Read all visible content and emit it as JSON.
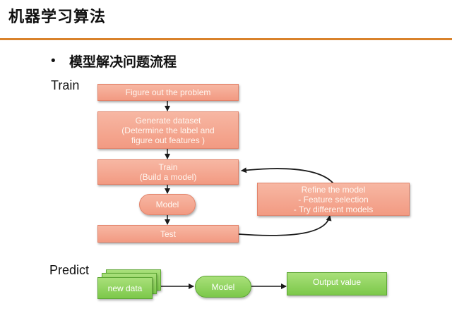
{
  "header": {
    "title": "机器学习算法",
    "bullet": "•",
    "subtitle": "模型解决问题流程"
  },
  "train": {
    "label": "Train",
    "step1": "Figure out the problem",
    "step2_lines": [
      "Generate dataset",
      "(Determine the label and",
      "figure out features )"
    ],
    "step3_lines": [
      "Train",
      "(Build a model)"
    ],
    "model": "Model",
    "test": "Test",
    "refine_lines": [
      "Refine the model",
      "-  Feature selection",
      "-  Try different models"
    ]
  },
  "predict": {
    "label": "Predict",
    "input": "new data",
    "model": "Model",
    "output": "Output value"
  },
  "colors": {
    "accent_rule": "#d9822b",
    "salmon_box": "#f29a82",
    "green_box": "#7cc84a"
  }
}
